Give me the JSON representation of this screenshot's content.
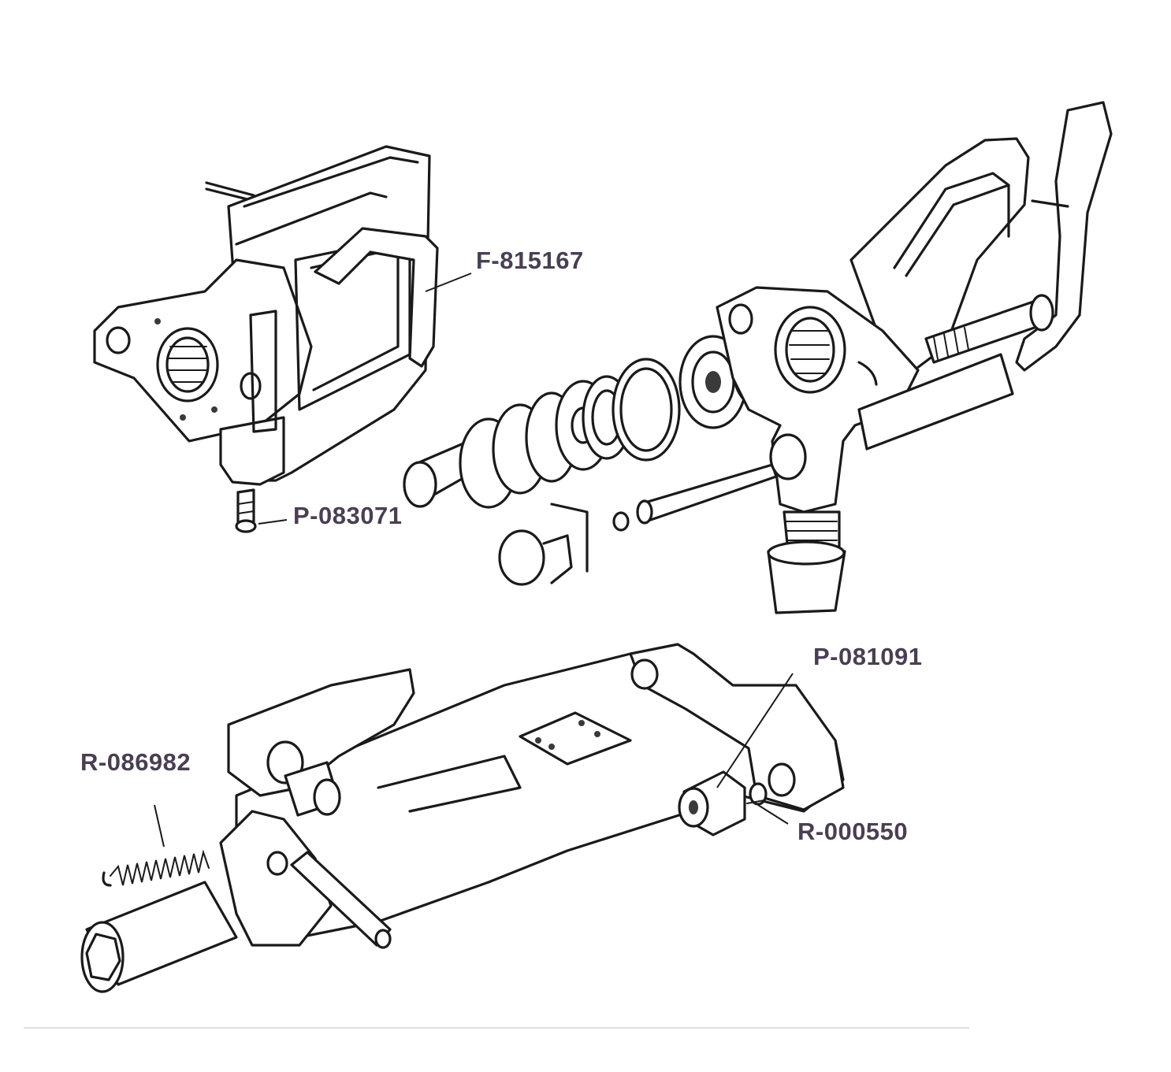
{
  "labels": {
    "f815167": "F-815167",
    "p083071": "P-083071",
    "p081091": "P-081091",
    "r086982": "R-086982",
    "r000550": "R-000550"
  }
}
